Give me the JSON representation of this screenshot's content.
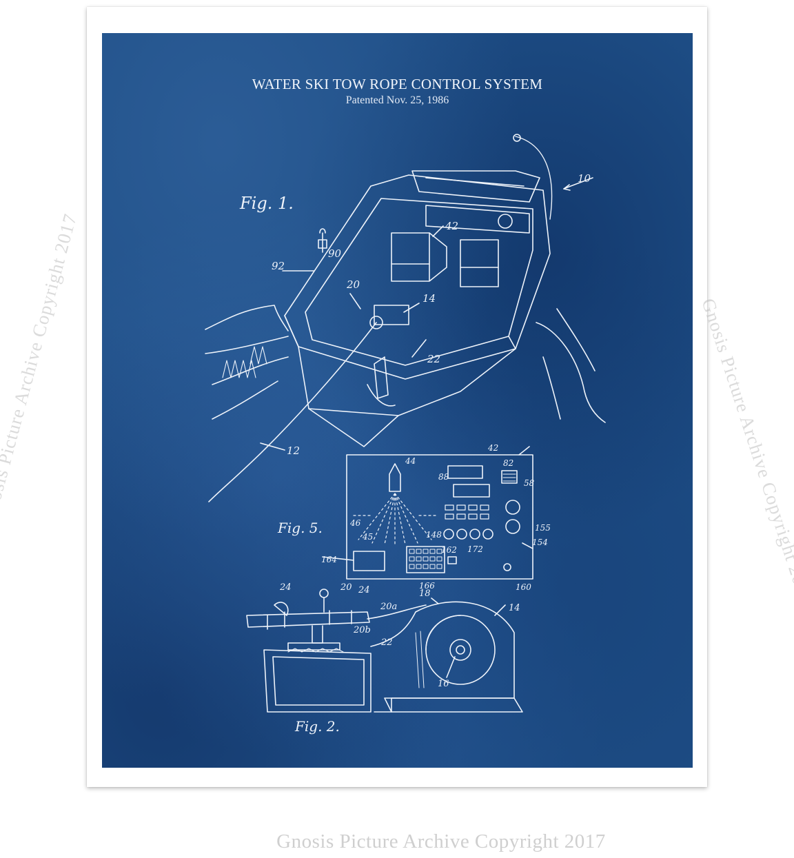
{
  "poster": {
    "title": "WATER SKI TOW ROPE CONTROL SYSTEM",
    "subtitle": "Patented Nov. 25, 1986",
    "background_color": "#1e4e86",
    "line_color": "#eef3fa"
  },
  "figures": {
    "fig1": "Fig. 1.",
    "fig2": "Fig. 2.",
    "fig5": "Fig. 5."
  },
  "callouts": {
    "fig1": [
      "10",
      "90",
      "92",
      "20",
      "14",
      "42",
      "22",
      "12"
    ],
    "fig5": [
      "42",
      "44",
      "82",
      "88",
      "58",
      "46",
      "45",
      "148",
      "155",
      "154",
      "164",
      "162",
      "172",
      "166",
      "160"
    ],
    "fig2": [
      "24",
      "20",
      "24",
      "20a",
      "20b",
      "22",
      "18",
      "14",
      "16"
    ]
  },
  "watermark": {
    "text": "Gnosis Picture Archive Copyright 2017"
  },
  "caption": "Gnosis Picture Archive Copyright 2017"
}
